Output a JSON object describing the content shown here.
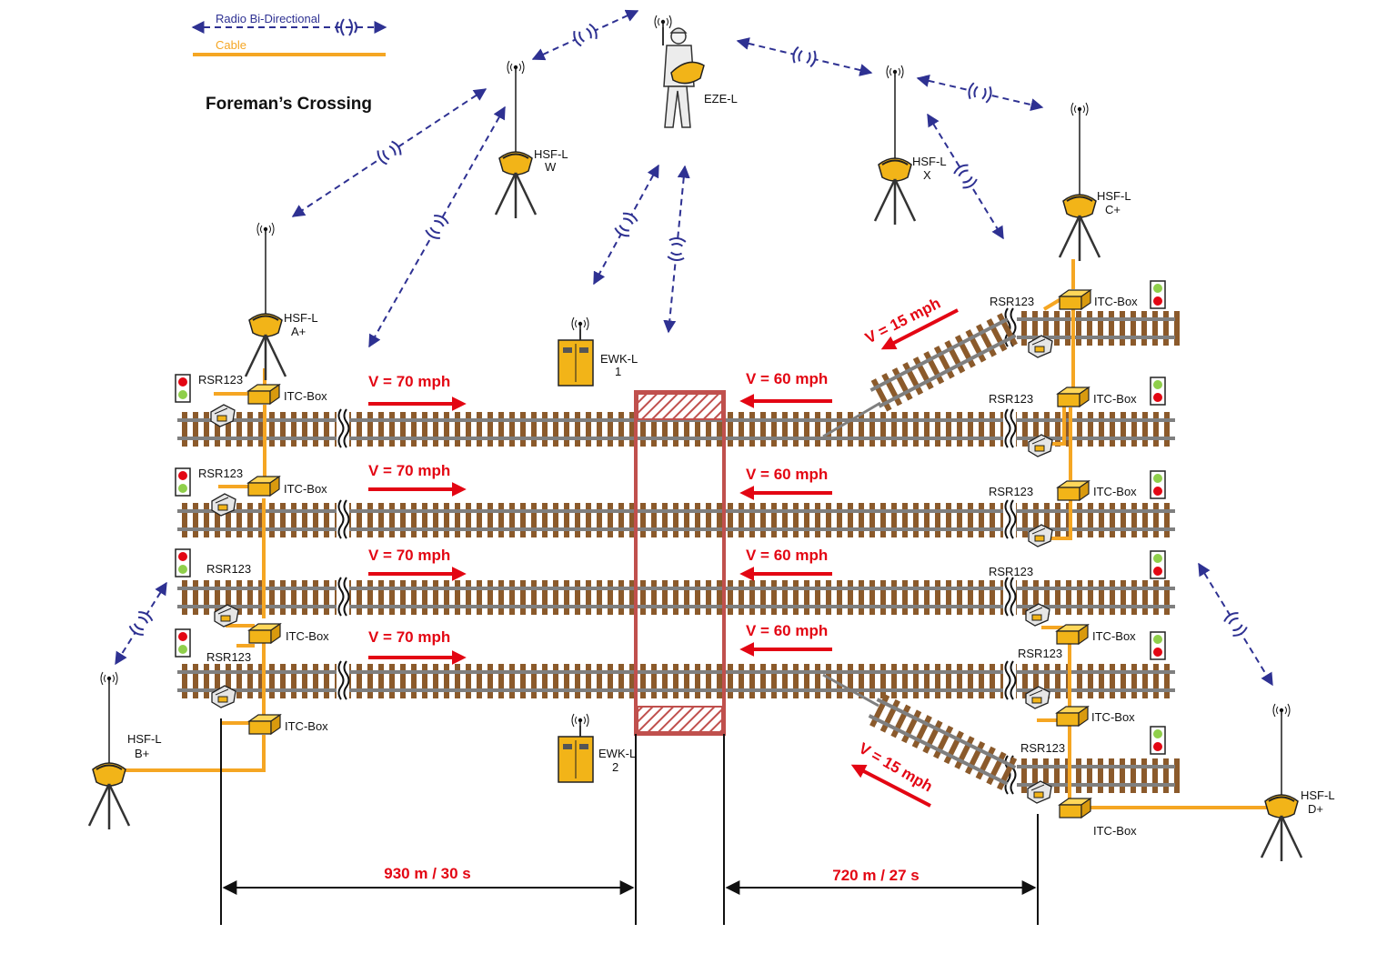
{
  "title": "Foreman’s Crossing",
  "legend": {
    "radio": "Radio Bi-Directional",
    "cable": "Cable"
  },
  "colors": {
    "radio": "#2e3192",
    "cable": "#f5a623",
    "speed": "#e30613",
    "rail": "#7f7f7f",
    "sleeper": "#8b5a2b",
    "crossing": "#c0504d",
    "device": "#f2b418"
  },
  "devices": {
    "eze": "EZE-L",
    "hsf_w": [
      "HSF-L",
      "W"
    ],
    "hsf_x": [
      "HSF-L",
      "X"
    ],
    "hsf_a": [
      "HSF-L",
      "A+"
    ],
    "hsf_b": [
      "HSF-L",
      "B+"
    ],
    "hsf_c": [
      "HSF-L",
      "C+"
    ],
    "hsf_d": [
      "HSF-L",
      "D+"
    ],
    "ewk_1": [
      "EWK-L",
      "1"
    ],
    "ewk_2": [
      "EWK-L",
      "2"
    ],
    "itc": "ITC-Box",
    "rsr": "RSR123"
  },
  "speeds": {
    "left": "V = 70 mph",
    "right": "V = 60 mph",
    "branch": "V = 15 mph"
  },
  "measures": {
    "left": "930 m / 30 s",
    "right": "720 m / 27 s"
  }
}
